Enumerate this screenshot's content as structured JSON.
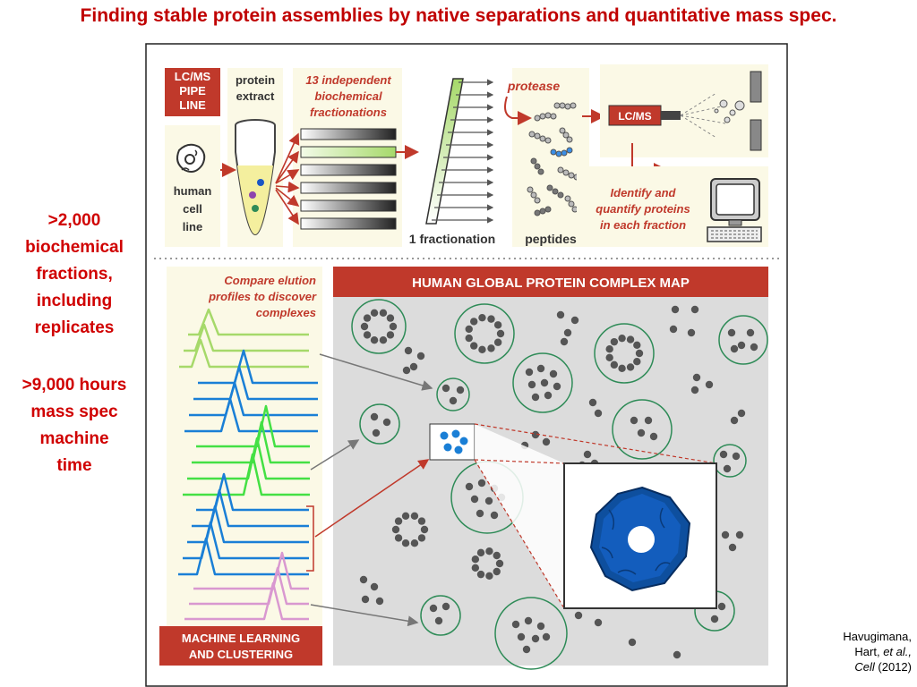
{
  "title": "Finding stable protein assemblies by native separations and quantitative mass spec.",
  "side_text": {
    "fractions_line1": ">2,000",
    "fractions_line2": "biochemical",
    "fractions_line3": "fractions,",
    "fractions_line4": "including",
    "fractions_line5": "replicates",
    "hours_line1": ">9,000 hours",
    "hours_line2": "mass spec",
    "hours_line3": "machine",
    "hours_line4": "time"
  },
  "pipeline": {
    "badge_line1": "LC/MS",
    "badge_line2": "PIPE",
    "badge_line3": "LINE",
    "protein_extract_line1": "protein",
    "protein_extract_line2": "extract",
    "human_line1": "human",
    "human_line2": "cell",
    "human_line3": "line",
    "fractionations_line1": "13 independent",
    "fractionations_line2": "biochemical",
    "fractionations_line3": "fractionations",
    "one_fractionation": "1 fractionation",
    "protease": "protease",
    "peptides": "peptides",
    "lcms": "LC/MS",
    "identify_line1": "Identify and",
    "identify_line2": "quantify proteins",
    "identify_line3": "in each fraction"
  },
  "lower": {
    "compare_line1": "Compare elution",
    "compare_line2": "profiles to discover",
    "compare_line3": "complexes",
    "map_title": "HUMAN GLOBAL PROTEIN COMPLEX MAP",
    "ml_line1": "MACHINE LEARNING",
    "ml_line2": "AND CLUSTERING"
  },
  "citation": {
    "line1": "Havugimana,",
    "line2_authors": "Hart, ",
    "line2_etal": "et al.,",
    "line3_journal": "Cell",
    "line3_year": " (2012)"
  },
  "colors": {
    "accent_red": "#c0392b",
    "title_red": "#c00000",
    "panel_cream": "#fbf9e6",
    "map_gray": "#dcdcdc",
    "cluster_green": "#2e8b57",
    "trace_green_light": "#a6d96a",
    "trace_blue": "#1a7fd6",
    "trace_green": "#44e044",
    "trace_pink": "#d998d0"
  }
}
